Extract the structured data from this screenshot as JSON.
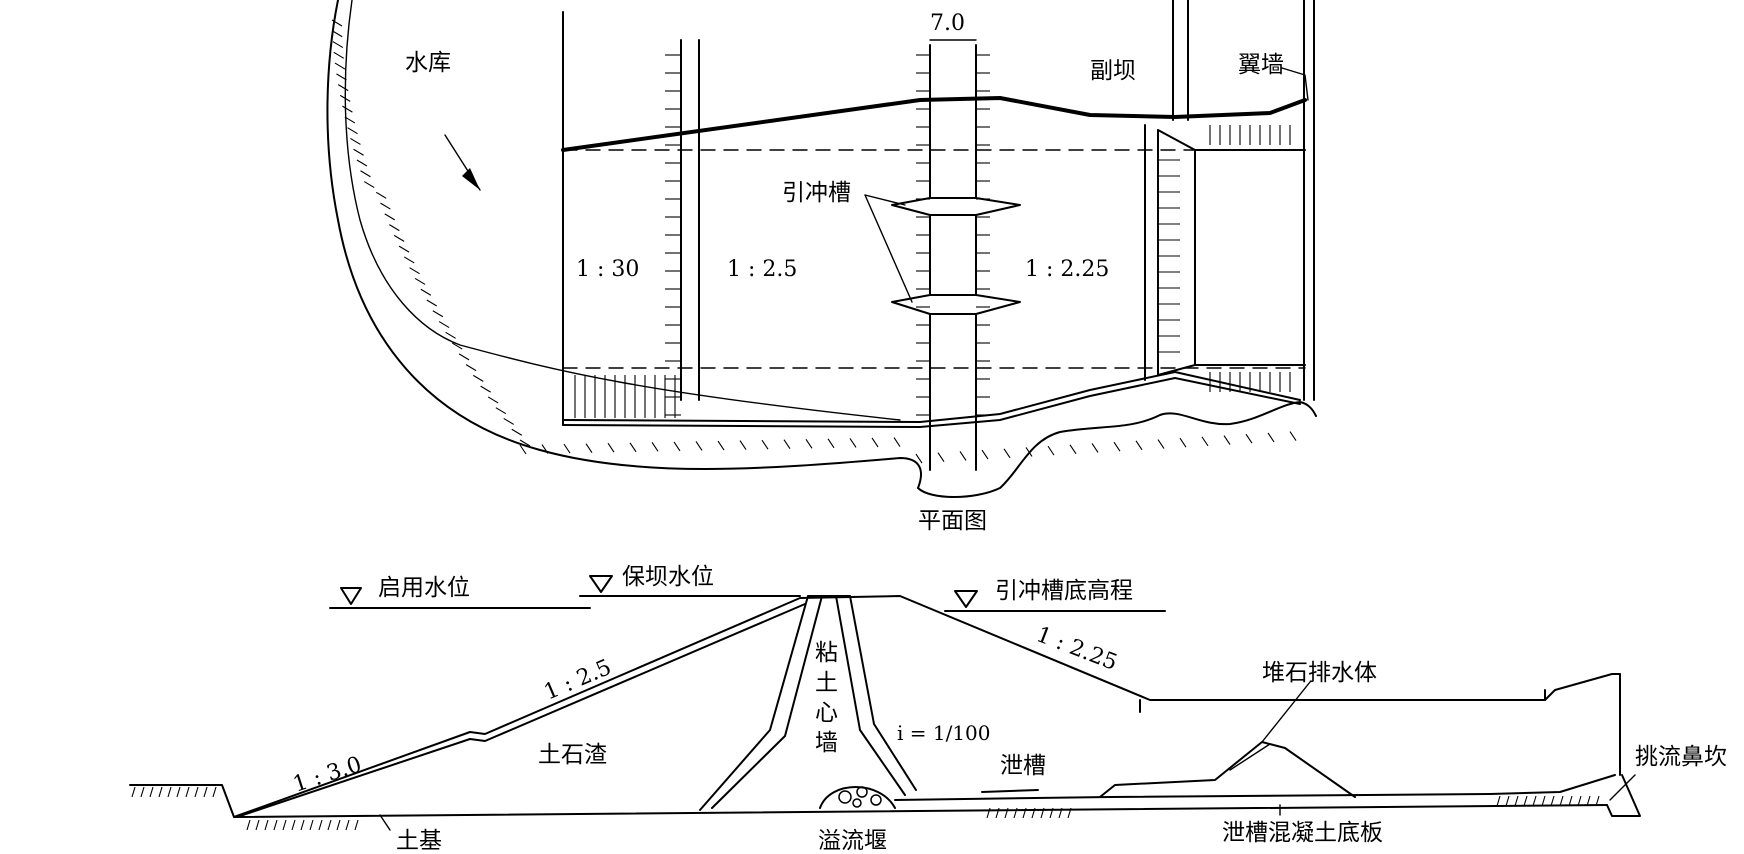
{
  "plan": {
    "caption": "平面图",
    "reservoir": "水库",
    "aux_dam": "副坝",
    "wing_wall": "翼墙",
    "width": "7.0",
    "trench": "引冲槽",
    "slope_1": "1 : 30",
    "slope_2": "1 : 2.5",
    "slope_3": "1 : 2.25"
  },
  "section": {
    "level_start": "启用水位",
    "level_protect": "保坝水位",
    "level_trench_bottom": "引冲槽底高程",
    "slope_up_upper": "1 : 2.5",
    "slope_up_lower": "1 : 3.0",
    "slope_down": "1 : 2.25",
    "core_wall": "粘土心墙",
    "fill": "土石渣",
    "gradient": "i = 1/100",
    "spill_channel": "泄槽",
    "drain": "堆石排水体",
    "ski_jump": "挑流鼻坎",
    "foundation": "土基",
    "overflow_weir": "溢流堰",
    "slab": "泄槽混凝土底板"
  }
}
